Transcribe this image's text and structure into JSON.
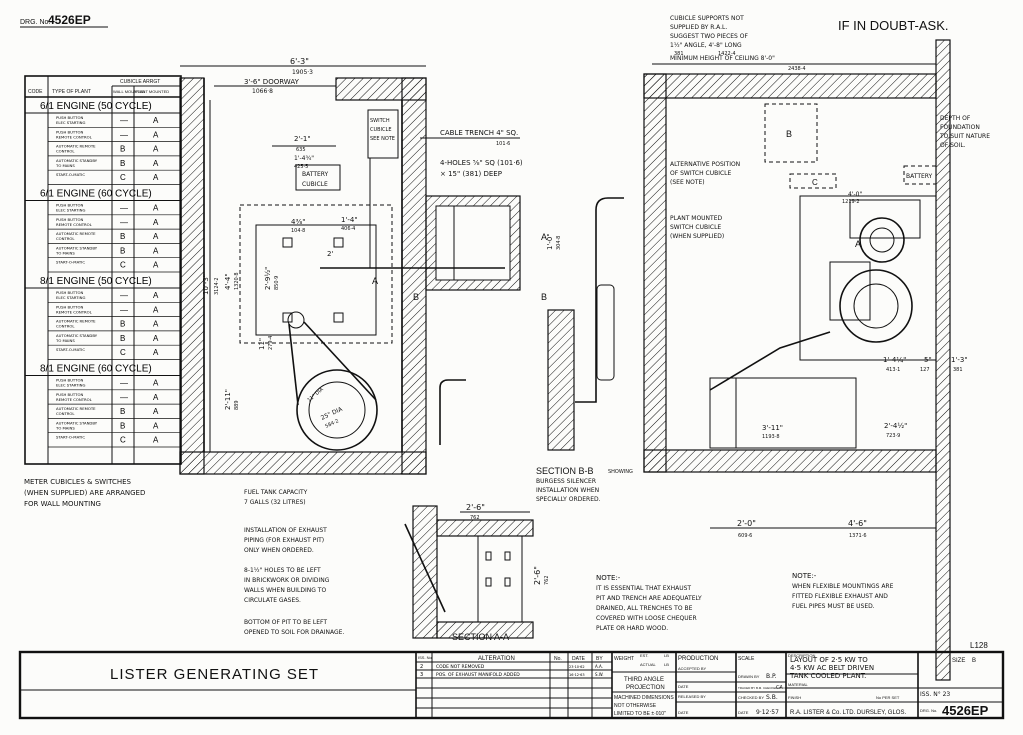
{
  "header": {
    "drg_no_label": "DRG. No.",
    "drg_no": "4526EP",
    "doubt_note": "IF IN DOUBT-ASK."
  },
  "cubicle_table": {
    "header_group": "CUBICLE ARRGT",
    "col_code": "CODE",
    "col_type": "TYPE OF PLANT",
    "col_wall": "WALL MOUNTED",
    "col_plant": "PLANT MOUNTED",
    "sections": [
      {
        "title": "6/1 ENGINE (50 CYCLE)",
        "rows": [
          {
            "type": "PUSH BUTTON ELEC STARTING",
            "wall": "—",
            "plant": "A"
          },
          {
            "type": "PUSH BUTTON REMOTE CONTROL",
            "wall": "—",
            "plant": "A"
          },
          {
            "type": "AUTOMATIC REMOTE CONTROL",
            "wall": "B",
            "plant": "A"
          },
          {
            "type": "AUTOMATIC STANDBY TO MAINS",
            "wall": "B",
            "plant": "A"
          },
          {
            "type": "START-O-MATIC",
            "wall": "C",
            "plant": "A"
          }
        ]
      },
      {
        "title": "6/1 ENGINE (60 CYCLE)",
        "rows": [
          {
            "type": "PUSH BUTTON ELEC STARTING",
            "wall": "—",
            "plant": "A"
          },
          {
            "type": "PUSH BUTTON REMOTE CONTROL",
            "wall": "—",
            "plant": "A"
          },
          {
            "type": "AUTOMATIC REMOTE CONTROL",
            "wall": "B",
            "plant": "A"
          },
          {
            "type": "AUTOMATIC STANDBY TO MAINS",
            "wall": "B",
            "plant": "A"
          },
          {
            "type": "START-O-MATIC",
            "wall": "C",
            "plant": "A"
          }
        ]
      },
      {
        "title": "8/1 ENGINE (50 CYCLE)",
        "rows": [
          {
            "type": "PUSH BUTTON ELEC STARTING",
            "wall": "—",
            "plant": "A"
          },
          {
            "type": "PUSH BUTTON REMOTE CONTROL",
            "wall": "—",
            "plant": "A"
          },
          {
            "type": "AUTOMATIC REMOTE CONTROL",
            "wall": "B",
            "plant": "A"
          },
          {
            "type": "AUTOMATIC STANDBY TO MAINS",
            "wall": "B",
            "plant": "A"
          },
          {
            "type": "START-O-MATIC",
            "wall": "C",
            "plant": "A"
          }
        ]
      },
      {
        "title": "8/1 ENGINE (60 CYCLE)",
        "rows": [
          {
            "type": "PUSH BUTTON ELEC STARTING",
            "wall": "—",
            "plant": "A"
          },
          {
            "type": "PUSH BUTTON REMOTE CONTROL",
            "wall": "—",
            "plant": "A"
          },
          {
            "type": "AUTOMATIC REMOTE CONTROL",
            "wall": "B",
            "plant": "A"
          },
          {
            "type": "AUTOMATIC STANDBY TO MAINS",
            "wall": "B",
            "plant": "A"
          },
          {
            "type": "START-O-MATIC",
            "wall": "C",
            "plant": "A"
          }
        ]
      }
    ],
    "note_lines": [
      "METER CUBICLES & SWITCHES",
      "(WHEN SUPPLIED) ARE ARRANGED",
      "FOR WALL MOUNTING"
    ]
  },
  "plan_view": {
    "dim_overall": "6'-3\"",
    "dim_overall_mm": "1905·3",
    "dim_doorway": "3'-6\" DOORWAY",
    "dim_doorway_mm": "1066·8",
    "dim_2_1": "2'-1\"",
    "dim_2_1_mm": "635",
    "dim_1_4": "1'-4¾\"",
    "dim_1_4_mm": "425·5",
    "dim_4": "4⅜\"",
    "dim_4_mm": "104·8",
    "dim_1_4b": "1'-4\"",
    "dim_1_4b_mm": "406·4",
    "dim_10_3": "10'-3\"",
    "dim_10_3_mm": "3124·2",
    "dim_4_4": "4'-4\"",
    "dim_4_4_mm": "1320·8",
    "dim_2_9": "2'-9½\"",
    "dim_2_9_mm": "850·9",
    "dim_2_11": "2'-11\"",
    "dim_2_11_mm": "889",
    "dim_11": "11\"",
    "dim_11_mm": "279·4",
    "dim_2_plain": "2'",
    "switch_cubicle": [
      "SWITCH",
      "CUBICLE",
      "SEE NOTE"
    ],
    "battery_cubicle": [
      "BATTERY",
      "CUBICLE"
    ],
    "cable_trench": "CABLE TRENCH 4\" SQ.",
    "cable_trench_mm": "101·6",
    "holes": [
      "4-HOLES ⅝\" SQ (101·6)",
      "× 15\" (381) DEEP"
    ],
    "pulley_small": "11\" DIA",
    "pulley_large": "25\" DIA",
    "pulley_large_mm": "584·2",
    "fuel_tank": [
      "FUEL TANK CAPACITY",
      "7 GALLS (32 LITRES)"
    ],
    "exhaust_install": [
      "INSTALLATION OF EXHAUST",
      "PIPING (FOR EXHAUST PIT)",
      "ONLY WHEN ORDERED."
    ],
    "holes_note": [
      "8-1½\" HOLES TO BE LEFT",
      "IN BRICKWORK OR DIVIDING",
      "WALLS WHEN BUILDING TO",
      "CIRCULATE GASES."
    ],
    "pit_note": "BOTTOM OF PIT TO BE LEFT",
    "pit_note2": "OPENED TO SOIL FOR DRAINAGE.",
    "trench_dim": "1'-0\"",
    "trench_dim_mm": "304·8",
    "label_a": "A",
    "label_b": "B"
  },
  "section_bb": {
    "title": "SECTION B-B",
    "note_lines": [
      "SHOWING",
      "BURGESS SILENCER",
      "INSTALLATION WHEN",
      "SPECIALLY ORDERED."
    ]
  },
  "section_aa": {
    "title": "SECTION A-A",
    "dim_top": "2'-6\"",
    "dim_top_mm": "762",
    "dim_side": "2'-6\"",
    "dim_side_mm": "762"
  },
  "elevation": {
    "cubicle_support": [
      "CUBICLE SUPPORTS NOT",
      "SUPPLIED BY R.A.L.",
      "SUGGEST TWO PIECES OF",
      "1½\" ANGLE, 4'-8\" LONG"
    ],
    "cubicle_support_mm": [
      "381",
      "1422·4"
    ],
    "min_height": "MINIMUM HEIGHT OF CEILING 8'-0\"",
    "min_height_mm": "2438·4",
    "foundation": [
      "DEPTH OF",
      "FOUNDATION",
      "TO SUIT NATURE",
      "OF SOIL."
    ],
    "alt_position": [
      "ALTERNATIVE POSITION",
      "OF SWITCH CUBICLE",
      "(SEE NOTE)"
    ],
    "plant_mounted": [
      "PLANT MOUNTED",
      "SWITCH CUBICLE",
      "(WHEN SUPPLIED)"
    ],
    "box_b": "B",
    "box_c": "C",
    "battery": "BATTERY",
    "dim_4_0": "4'-0\"",
    "dim_4_0_mm": "1219·2",
    "dim_1_4": "1'-4¼\"",
    "dim_1_4_mm": "413·1",
    "dim_5": "5\"",
    "dim_5_mm": "127",
    "dim_1_3": "1'-3\"",
    "dim_1_3_mm": "381",
    "dim_3_11": "3'-11\"",
    "dim_3_11_mm": "1193·8",
    "dim_2_4": "2'-4½\"",
    "dim_2_4_mm": "723·9",
    "dim_2_0": "2'-0\"",
    "dim_2_0_mm": "609·6",
    "dim_4_6": "4'-6\"",
    "dim_4_6_mm": "1371·6",
    "label_a": "A"
  },
  "notes": {
    "note1_title": "NOTE:-",
    "note1": [
      "IT IS ESSENTIAL THAT EXHAUST",
      "PIT AND TRENCH ARE ADEQUATELY",
      "DRAINED, ALL TRENCHES TO BE",
      "COVERED WITH LOOSE CHEQUER",
      "PLATE OR HARD WOOD."
    ],
    "note2_title": "NOTE:-",
    "note2": [
      "WHEN FLEXIBLE MOUNTINGS ARE",
      "FITTED FLEXIBLE EXHAUST AND",
      "FUEL PIPES MUST BE USED."
    ],
    "ref": "L128"
  },
  "title_block": {
    "main_title": "LISTER GENERATING SET",
    "iss_label": "ISS. No.",
    "alteration_label": "ALTERATION",
    "no_label": "No.",
    "date_label": "DATE",
    "by_label": "BY",
    "alterations": [
      {
        "iss": "2",
        "text": "CODE NOT REMOVED",
        "date": "23·10·62",
        "by": "A.A."
      },
      {
        "iss": "3",
        "text": "POS. OF EXHAUST MANIFOLD ADDED",
        "date": "16·12·63",
        "by": "S.W."
      }
    ],
    "weight_label": "WEIGHT",
    "est_label": "EST.",
    "actual_label": "ACTUAL",
    "lb_label": "LB",
    "projection": [
      "THIRD ANGLE",
      "PROJECTION"
    ],
    "machined": [
      "MACHINED DIMENSIONS",
      "NOT OTHERWISE",
      "LIMITED TO BE ±·010\""
    ],
    "production_label": "PRODUCTION",
    "accepted_label": "ACCEPTED BY",
    "released_label": "RELEASED BY",
    "date_label2": "DATE",
    "scale_label": "SCALE",
    "drawn_label": "DRAWN BY",
    "drawn_value": "B.P.",
    "traced_label": "TRACED BY B.M. CHECKED BY O.",
    "traced_value": "CA",
    "checked_label": "CHECKED BY",
    "checked_value": "S.B.",
    "date_value": "9·12·57",
    "description_label": "DESCRIPTION",
    "description": [
      "LAYOUT OF 2·5 KW TO",
      "4·5 KW AC BELT DRIVEN",
      "TANK COOLED PLANT."
    ],
    "material_label": "MATERIAL",
    "finish_label": "FINISH",
    "part_set": "No PER SET",
    "size_label": "SIZE",
    "size_value": "B",
    "iss_value": "ISS. N° 23",
    "company": "R.A. LISTER & Co. LTD. DURSLEY, GLOS.",
    "drg_label": "DRG. No.",
    "drg_no": "4526EP"
  }
}
